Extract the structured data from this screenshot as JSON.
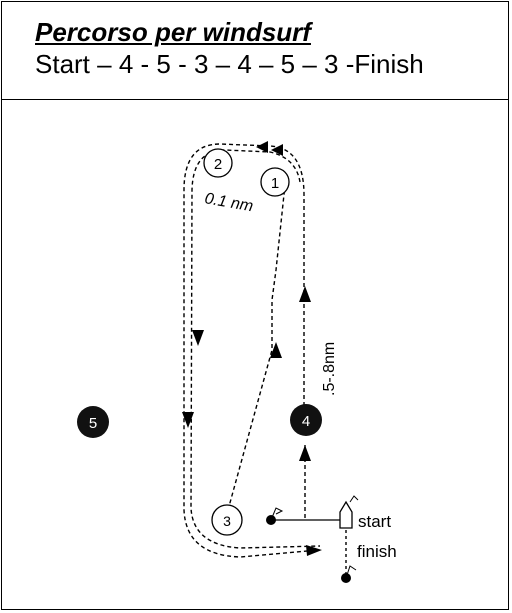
{
  "header": {
    "title": "Percorso per windsurf",
    "route": "Start – 4 - 5 - 3 – 4 – 5 – 3  -Finish"
  },
  "diagram": {
    "marks": {
      "m1": "1",
      "m2": "2",
      "m3": "3",
      "m4": "4",
      "m5": "5"
    },
    "distance_top": "0.1 nm",
    "distance_side": ".5-.8nm",
    "start_label": "start",
    "finish_label": "finish"
  },
  "colors": {
    "line": "#000000",
    "filled_mark": "#111111",
    "filled_mark_text": "#ffffff"
  }
}
